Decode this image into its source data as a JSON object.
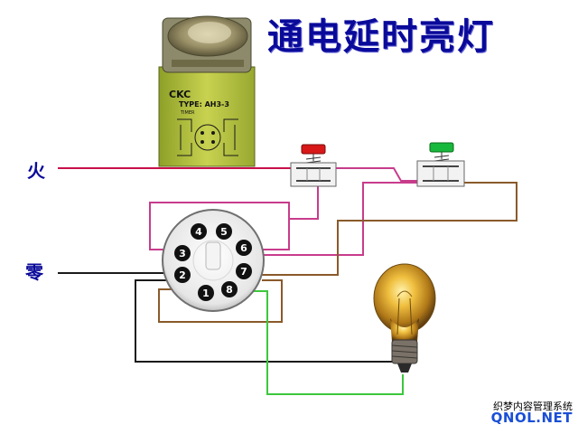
{
  "title": "通电延时亮灯",
  "wire_labels": {
    "live": "火",
    "neutral": "零"
  },
  "relay": {
    "brand": "CKC",
    "type_line": "TYPE: AH3-3",
    "sub_line": "TIMER",
    "socket_pins": [
      "1",
      "2",
      "3",
      "4",
      "5",
      "6",
      "7",
      "8"
    ]
  },
  "watermark": {
    "line1": "织梦内容管理系统",
    "line2": "QNOL.NET"
  },
  "colors": {
    "live_wire": "#c8104a",
    "neutral_wire": "#1a1a1a",
    "pink_wire": "#c83c8c",
    "brown_wire": "#8a5a2a",
    "green_wire": "#3cc83c",
    "red_button": "#d81818",
    "green_button": "#18b83c",
    "title": "#0a0a9a"
  }
}
